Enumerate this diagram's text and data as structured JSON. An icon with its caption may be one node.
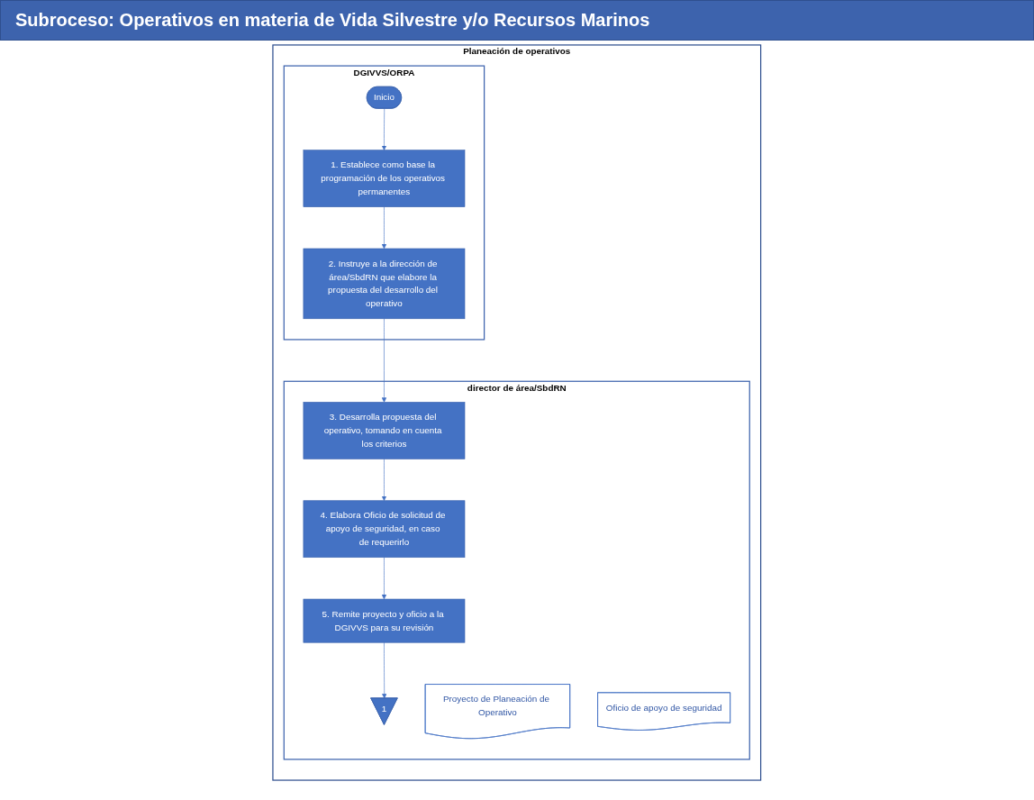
{
  "diagram": {
    "title": "Subroceso: Operativos en materia de Vida Silvestre y/o Recursos Marinos",
    "nodes": [
      {
        "text": [
          "Planeación de operativos"
        ]
      },
      {
        "text": [
          "DGIVVS/ORPA"
        ],
        "in": 0
      },
      {
        "text": [
          "Inicio"
        ],
        "in": 1
      },
      {
        "text": [
          "1. Establece como base la programación de los operativos permanentes"
        ],
        "in": 1
      },
      {
        "text": [
          "2. Instruye a la dirección de área/SbdRN que elabore la propuesta del desarrollo del operativo"
        ],
        "in": 1
      },
      {
        "text": [
          "director de área/SbdRN"
        ],
        "in": 0
      },
      {
        "text": [
          "3. Desarrolla propuesta del operativo, tomando en cuenta los criterios"
        ],
        "in": 5
      },
      {
        "text": [
          "Proyecto de Planeación de Operativo"
        ],
        "in": 5
      },
      {
        "text": [
          "4. Elabora Oficio de solicitud de apoyo de seguridad, en caso de requerirlo"
        ],
        "in": 5
      },
      {
        "text": [
          "Oficio de apoyo de seguridad"
        ],
        "in": 5
      },
      {
        "text": [
          "5. Remite proyecto y oficio a la DGIVVS para su revisión"
        ],
        "in": 5
      },
      {
        "text": [
          "1"
        ],
        "in": 5
      }
    ],
    "edges": [
      {
        "from": 2,
        "to": 3,
        "arrow": "to"
      },
      {
        "from": 3,
        "to": 4,
        "arrow": "to"
      },
      {
        "from": 4,
        "to": 6,
        "arrow": "to"
      },
      {
        "from": 6,
        "to": 8,
        "arrow": "to"
      },
      {
        "from": 8,
        "to": 10,
        "arrow": "to"
      },
      {
        "from": 10,
        "to": 11,
        "arrow": "to"
      }
    ]
  }
}
